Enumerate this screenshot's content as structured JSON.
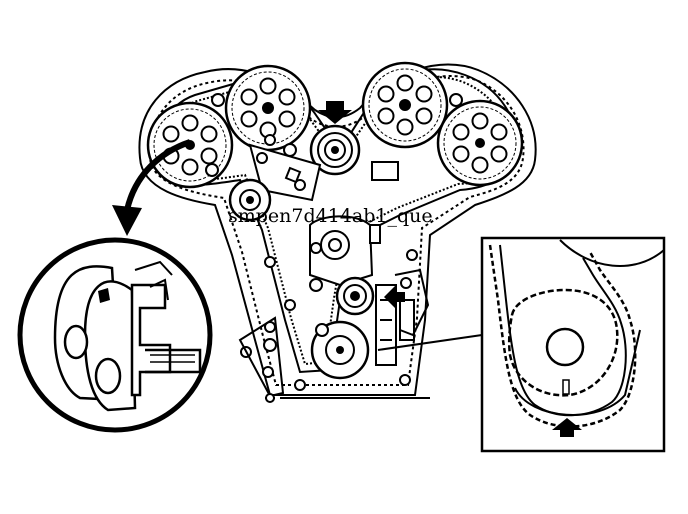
{
  "figure": {
    "watermark": "smpen7d414ab1_que",
    "stroke_color": "#000000",
    "fill_color": "#ffffff",
    "icons": [
      "pointer-arrow-down",
      "pointer-arrow-up",
      "pointer-arrow-left",
      "curved-callout-arrow",
      "detail-magnifier-circle",
      "detail-magnifier-box"
    ]
  }
}
